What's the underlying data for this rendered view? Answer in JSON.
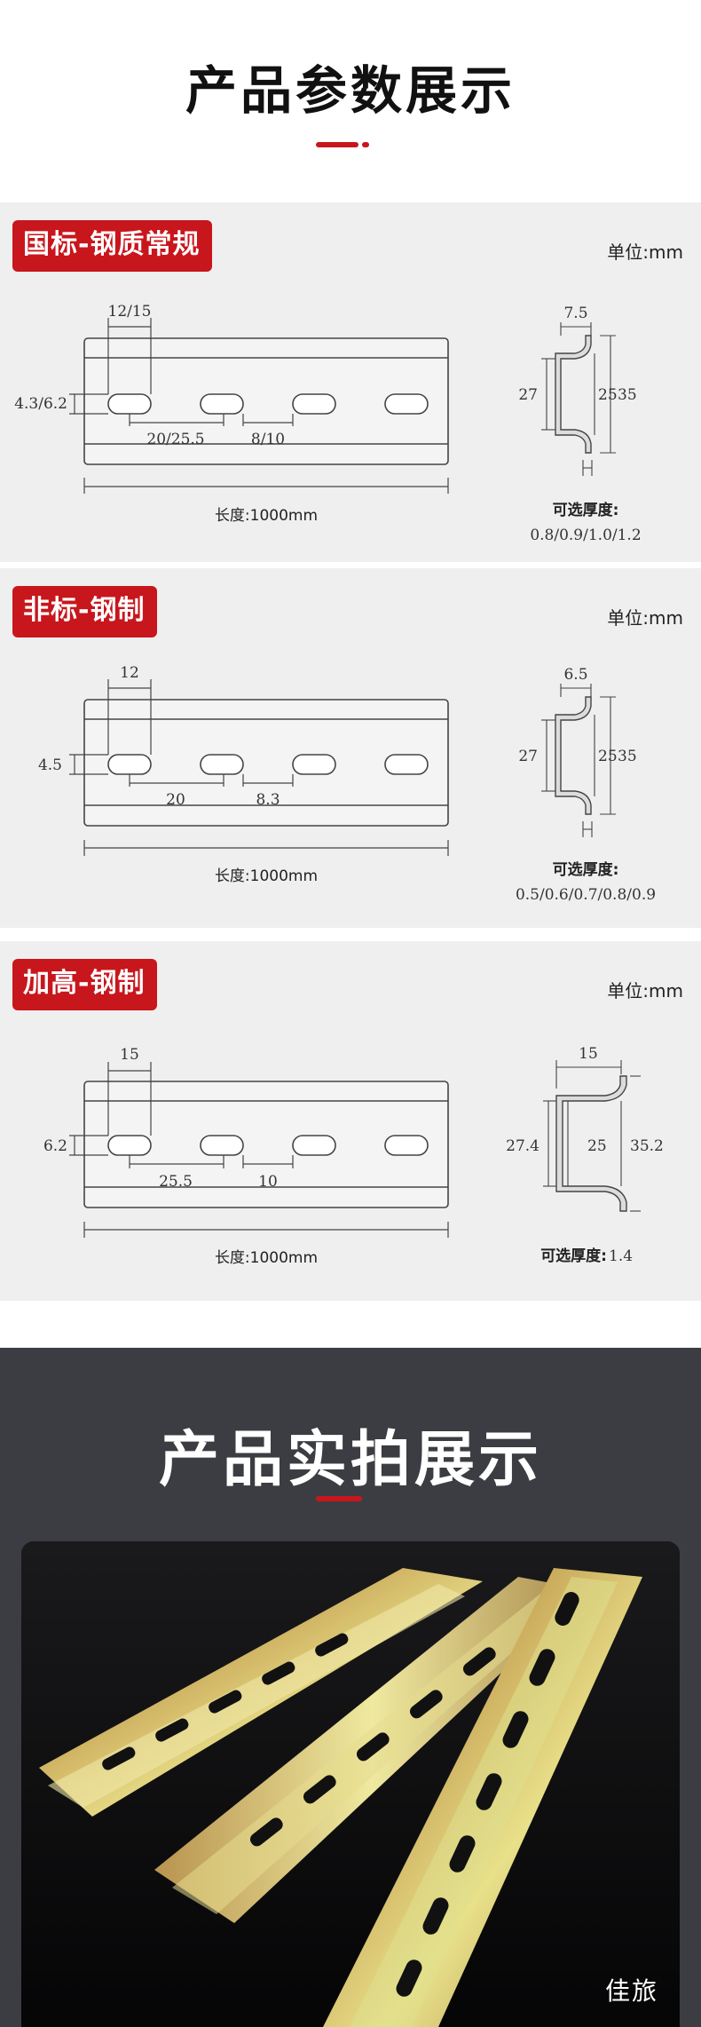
{
  "header": {
    "title": "产品参数展示"
  },
  "specs": [
    {
      "tag": "国标-钢质常规",
      "unit": "单位:mm",
      "hole_width": "12/15",
      "hole_height": "4.3/6.2",
      "pitch": "20/25.5",
      "gap": "8/10",
      "length": "长度:1000mm",
      "profile_top": "7.5",
      "profile_left": "27",
      "profile_inner": "25",
      "profile_right": "35",
      "thickness_label": "可选厚度:",
      "thickness_values": "0.8/0.9/1.0/1.2"
    },
    {
      "tag": "非标-钢制",
      "unit": "单位:mm",
      "hole_width": "12",
      "hole_height": "4.5",
      "pitch": "20",
      "gap": "8.3",
      "length": "长度:1000mm",
      "profile_top": "6.5",
      "profile_left": "27",
      "profile_inner": "25",
      "profile_right": "35",
      "thickness_label": "可选厚度:",
      "thickness_values": "0.5/0.6/0.7/0.8/0.9"
    },
    {
      "tag": "加高-钢制",
      "unit": "单位:mm",
      "hole_width": "15",
      "hole_height": "6.2",
      "pitch": "25.5",
      "gap": "10",
      "length": "长度:1000mm",
      "profile_top": "15",
      "profile_left": "27.4",
      "profile_inner": "25",
      "profile_right": "35.2",
      "thickness_label": "可选厚度:",
      "thickness_values": "1.4"
    }
  ],
  "photo": {
    "title": "产品实拍展示",
    "brand": "佳旅"
  },
  "colors": {
    "accent": "#c8161d",
    "panel": "#efefef",
    "dark": "#3c3d42"
  }
}
